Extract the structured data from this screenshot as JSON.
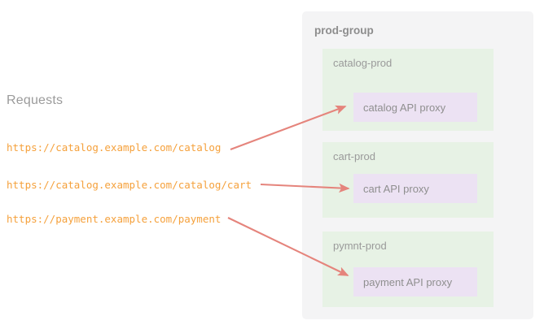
{
  "left_panel": {
    "heading": "Requests",
    "requests": [
      {
        "url": "https://catalog.example.com/catalog"
      },
      {
        "url": "https://catalog.example.com/catalog/cart"
      },
      {
        "url": "https://payment.example.com/payment"
      }
    ]
  },
  "group_panel": {
    "title": "prod-group",
    "environments": [
      {
        "label": "catalog-prod",
        "proxy": "catalog API proxy"
      },
      {
        "label": "cart-prod",
        "proxy": "cart API proxy"
      },
      {
        "label": "pymnt-prod",
        "proxy": "payment API proxy"
      }
    ]
  },
  "arrows": [
    {
      "name": "arrow-catalog-request-to-catalog-proxy"
    },
    {
      "name": "arrow-cart-request-to-cart-proxy"
    },
    {
      "name": "arrow-payment-request-to-payment-proxy"
    }
  ],
  "colors": {
    "background": "#ffffff",
    "group_panel_bg": "#f4f4f5",
    "environment_bg": "#e7f2e5",
    "proxy_bg": "#ece2f3",
    "url_text": "#f5a13c",
    "heading_text": "#9b9b9b",
    "label_text": "#9a9a9a",
    "arrow": "#e5847c"
  }
}
